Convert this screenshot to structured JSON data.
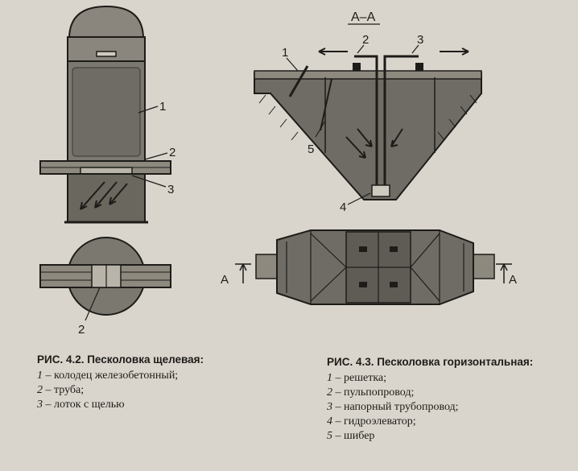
{
  "figure_4_2": {
    "labels": {
      "l1": "1",
      "l2": "2",
      "l3": "3",
      "l2b": "2"
    },
    "caption": {
      "title": "РИС. 4.2. Песколовка щелевая:",
      "items": [
        {
          "num": "1",
          "text": " – колодец железобетонный;"
        },
        {
          "num": "2",
          "text": " – труба;"
        },
        {
          "num": "3",
          "text": " – лоток с щелью"
        }
      ]
    }
  },
  "figure_4_3": {
    "section_title": "А–А",
    "labels": {
      "l1": "1",
      "l2": "2",
      "l3": "3",
      "l4": "4",
      "l5": "5",
      "a_left": "А",
      "a_right": "А"
    },
    "caption": {
      "title": "РИС. 4.3. Песколовка горизонтальная:",
      "items": [
        {
          "num": "1",
          "text": " – решетка;"
        },
        {
          "num": "2",
          "text": " – пульпопровод;"
        },
        {
          "num": "3",
          "text": " – напорный трубопровод;"
        },
        {
          "num": "4",
          "text": " – гидроэлеватор;"
        },
        {
          "num": "5",
          "text": " – шибер"
        }
      ]
    }
  },
  "colors": {
    "paper": "#d9d5cc",
    "fill": "#7b7870",
    "ink": "#1e1c19"
  }
}
